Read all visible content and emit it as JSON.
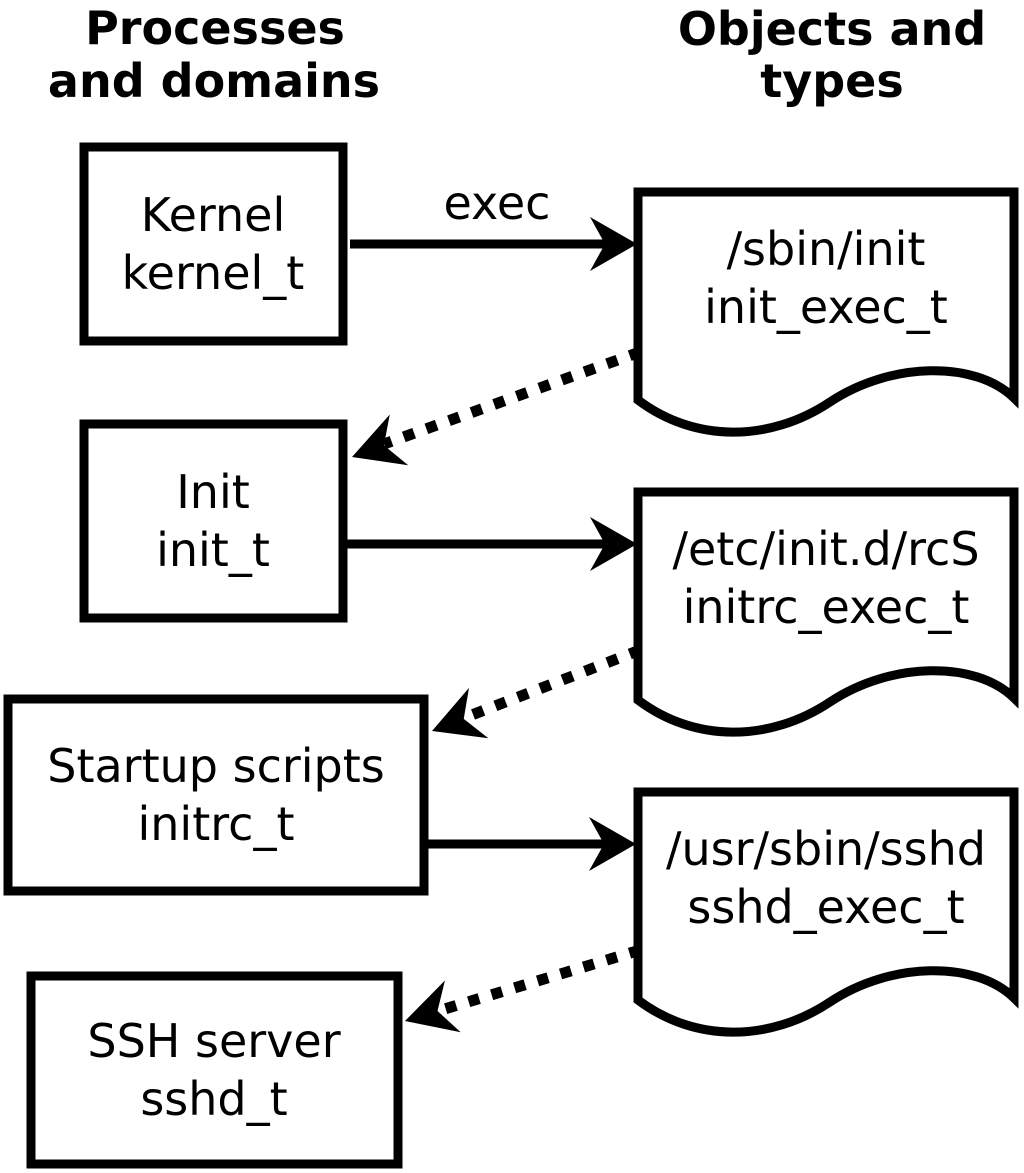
{
  "diagram": {
    "headers": {
      "left": {
        "line1": "Processes",
        "line2": "and domains"
      },
      "right": {
        "line1": "Objects and",
        "line2": "types"
      }
    },
    "processes": [
      {
        "name": "Kernel",
        "type": "kernel_t"
      },
      {
        "name": "Init",
        "type": "init_t"
      },
      {
        "name": "Startup scripts",
        "type": "initrc_t"
      },
      {
        "name": "SSH server",
        "type": "sshd_t"
      }
    ],
    "objects": [
      {
        "path": "/sbin/init",
        "type": "init_exec_t"
      },
      {
        "path": "/etc/init.d/rcS",
        "type": "initrc_exec_t"
      },
      {
        "path": "/usr/sbin/sshd",
        "type": "sshd_exec_t"
      }
    ],
    "edge_labels": {
      "exec": "exec"
    },
    "colors": {
      "line": "#000000",
      "fill": "#ffffff",
      "text": "#000000",
      "background": "#ffffff"
    }
  }
}
